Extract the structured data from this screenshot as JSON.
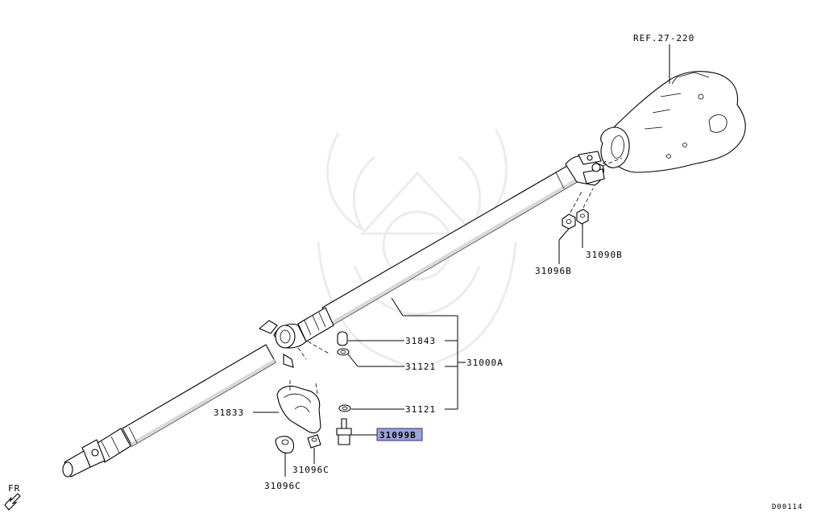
{
  "labels": {
    "ref": "REF.27-220",
    "p31090b": "31090B",
    "p31096b": "31096B",
    "p31843": "31843",
    "p31121_a": "31121",
    "p31000a": "31000A",
    "p31121_b": "31121",
    "p31833": "31833",
    "p31099b": "31099B",
    "p31096c_a": "31096C",
    "p31096c_b": "31096C",
    "fr": "FR",
    "diagram_code": "D00114"
  },
  "colors": {
    "highlight_fill": "#9ea2d6",
    "highlight_stroke": "#2e2e8c",
    "line": "#000000"
  },
  "icons": {
    "fr_arrow": "front-arrow-icon",
    "watermark": "samurai-helmet-watermark"
  }
}
